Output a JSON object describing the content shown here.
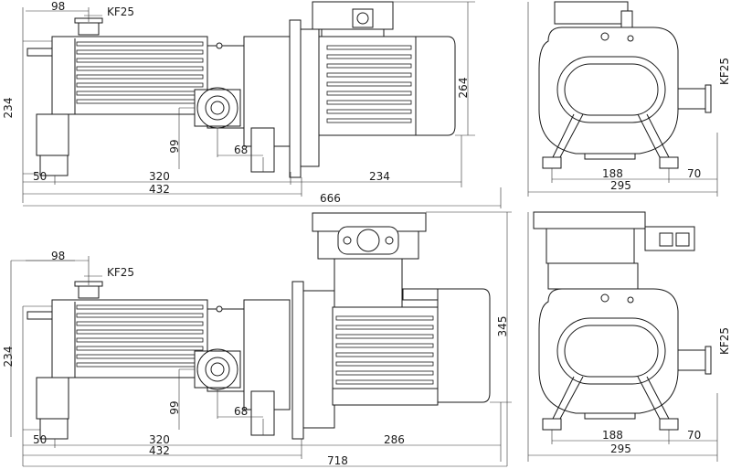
{
  "top": {
    "side": {
      "dims": {
        "d98": "98",
        "port": "KF25",
        "h234": "234",
        "h264": "264",
        "h99": "99",
        "d68": "68",
        "d50": "50",
        "d320": "320",
        "d234": "234",
        "d432": "432",
        "d666": "666"
      }
    },
    "end": {
      "dims": {
        "port": "KF25",
        "d188": "188",
        "d70": "70",
        "d295": "295"
      }
    }
  },
  "bottom": {
    "side": {
      "dims": {
        "d98": "98",
        "port": "KF25",
        "h234": "234",
        "h345": "345",
        "h99": "99",
        "d68": "68",
        "d50": "50",
        "d320": "320",
        "d286": "286",
        "d432": "432",
        "d718": "718"
      }
    },
    "end": {
      "dims": {
        "port": "KF25",
        "d188": "188",
        "d70": "70",
        "d295": "295"
      }
    }
  }
}
